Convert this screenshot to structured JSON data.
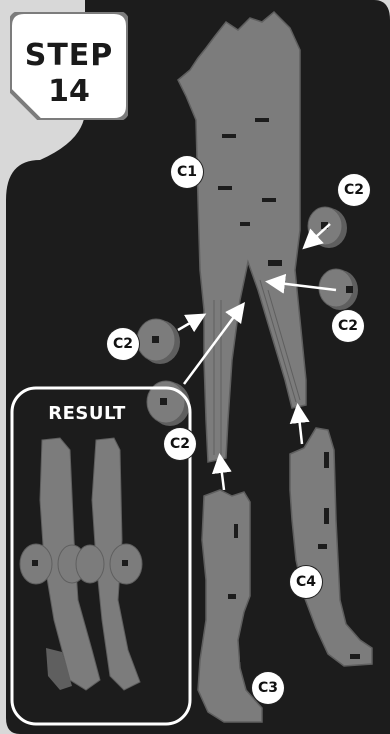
{
  "step": {
    "line1": "STEP",
    "line2": "14"
  },
  "result_title": "RESULT",
  "labels": {
    "c1": "C1",
    "c2_top": "C2",
    "c2_mid": "C2",
    "c2_left": "C2",
    "c2_bottom": "C2",
    "c3": "C3",
    "c4": "C4"
  },
  "colors": {
    "background": "#1c1c1c",
    "part": "#7c7c7c",
    "part_dark": "#5f5f5f",
    "arrow": "#ffffff",
    "badge": "#ffffff"
  }
}
